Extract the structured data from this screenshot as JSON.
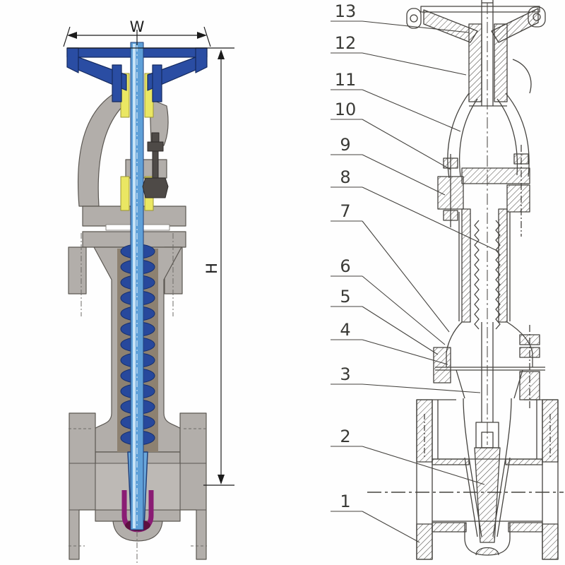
{
  "drawing": {
    "left_view": {
      "width_dimension_label": "W",
      "height_dimension_label": "H",
      "colors": {
        "handwheel_blue": "#2a4da3",
        "handwheel_outline": "#152a5e",
        "stem_blue": "#5fa0d8",
        "stem_highlight": "#c7e3f7",
        "gate_blue": "#6aa8dc",
        "packing_yellow": "#eae763",
        "body_gray": "#b2aeaa",
        "body_outline": "#5b5752",
        "bore_gray": "#bdb9b5",
        "cavity_brown": "#8d8171",
        "bellows_navy": "#27489c",
        "seat_purple": "#8a1c74",
        "seat_maroon": "#5e1040",
        "hardware_gray": "#4e4a47",
        "gasket_white": "#ffffff",
        "dimension_color": "#1c1c1c"
      }
    },
    "right_view": {
      "line_color": "#45433f",
      "callouts": [
        {
          "label": "13"
        },
        {
          "label": "12"
        },
        {
          "label": "11"
        },
        {
          "label": "10"
        },
        {
          "label": "9"
        },
        {
          "label": "8"
        },
        {
          "label": "7"
        },
        {
          "label": "6"
        },
        {
          "label": "5"
        },
        {
          "label": "4"
        },
        {
          "label": "3"
        },
        {
          "label": "2"
        },
        {
          "label": "1"
        }
      ]
    }
  }
}
